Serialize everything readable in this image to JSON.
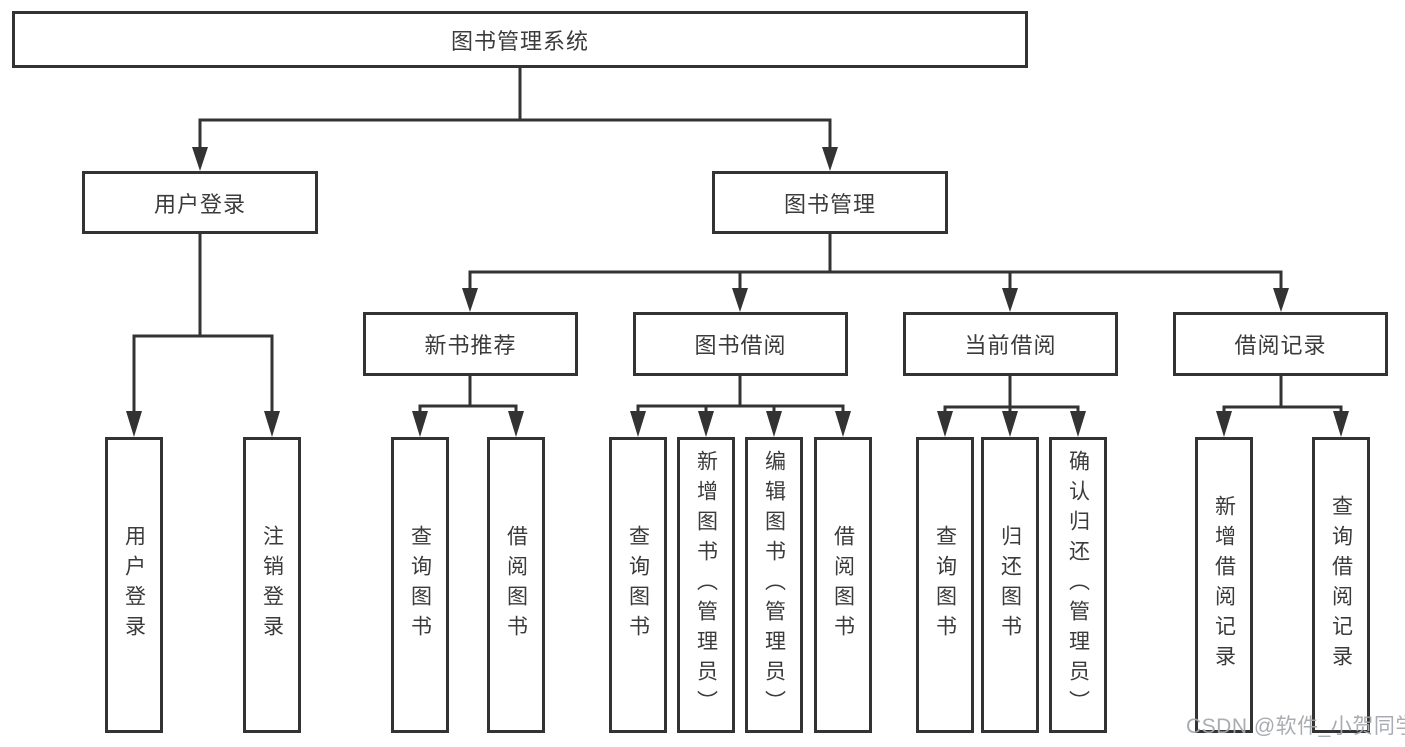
{
  "diagram": {
    "root": "图书管理系统",
    "level2": {
      "user_login": "用户登录",
      "book_management": "图书管理"
    },
    "level3": {
      "new_book_recommend": "新书推荐",
      "book_borrow": "图书借阅",
      "current_borrow": "当前借阅",
      "borrow_records": "借阅记录"
    },
    "leaves": {
      "user_login": [
        "用户登录",
        "注销登录"
      ],
      "new_book_recommend": [
        "查询图书",
        "借阅图书"
      ],
      "book_borrow": [
        "查询图书",
        "新增图书（管理员）",
        "编辑图书（管理员）",
        "借阅图书"
      ],
      "current_borrow": [
        "查询图书",
        "归还图书",
        "确认归还（管理员）"
      ],
      "borrow_records": [
        "新增借阅记录",
        "查询借阅记录"
      ]
    }
  },
  "watermark": "CSDN @软件_小贺同学",
  "colors": {
    "line": "#333333",
    "text": "#3b3b3b",
    "watermark": "#a4a8ad",
    "background": "#ffffff"
  }
}
